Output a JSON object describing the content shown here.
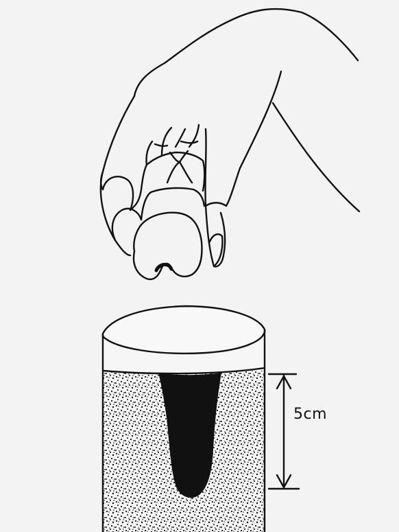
{
  "diagram": {
    "measurement": {
      "label": "5cm",
      "value": 5,
      "unit": "cm"
    },
    "colors": {
      "ink": "#111111",
      "paper": "#f3f3f3"
    },
    "elements": [
      "hand-drawing",
      "cylinder-container",
      "soil-fill",
      "dark-hole",
      "depth-measure-arrow"
    ]
  }
}
